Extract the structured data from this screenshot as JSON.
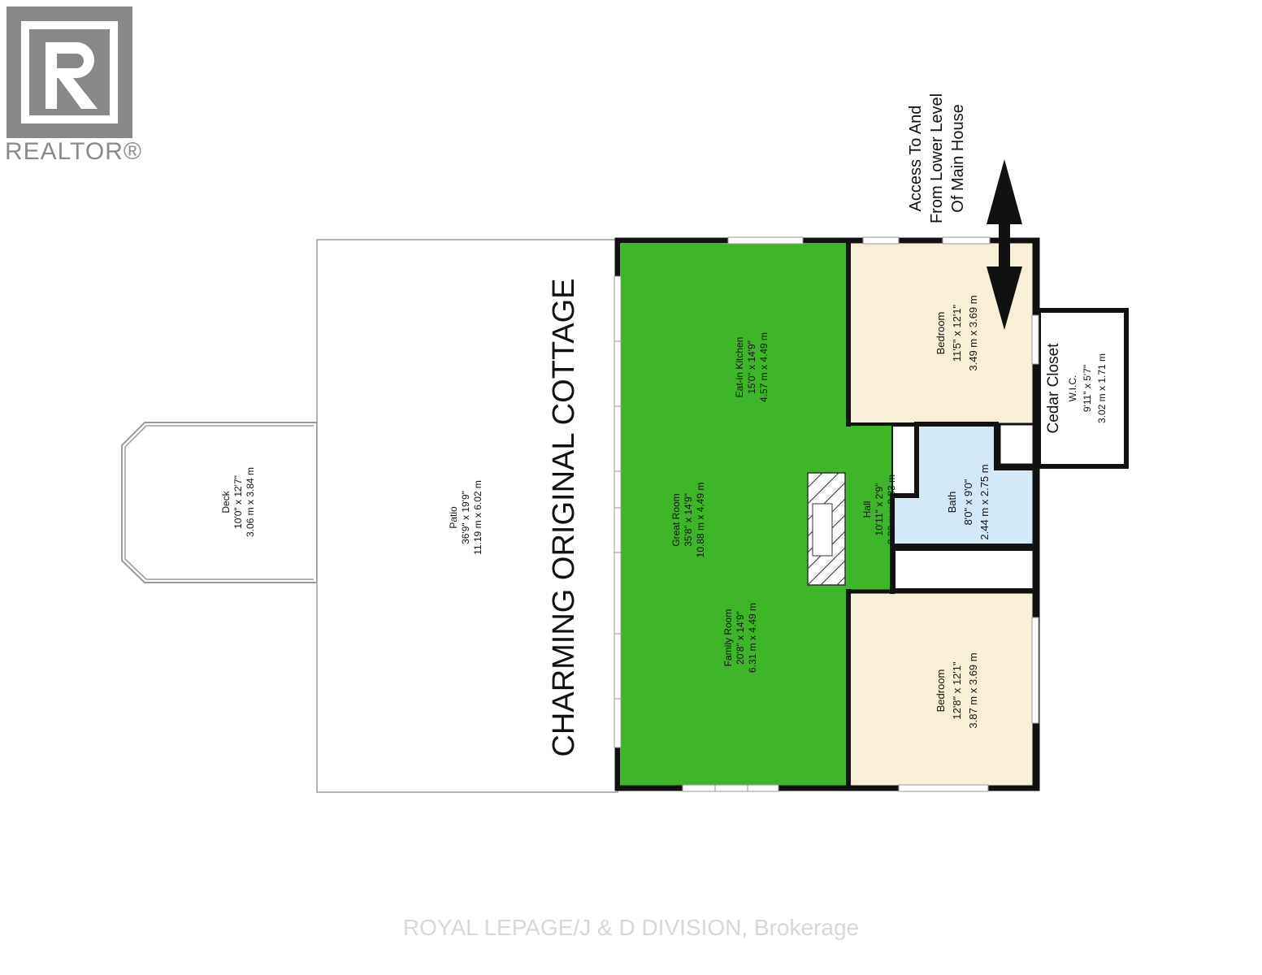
{
  "branding": {
    "logo_text": "REALTOR®",
    "watermark": "ROYAL LEPAGE/J & D DIVISION, Brokerage"
  },
  "titles": {
    "cottage": "CHARMING ORIGINAL COTTAGE",
    "access": [
      "Access To And",
      "From Lower Level",
      "Of Main House"
    ]
  },
  "rooms": {
    "deck": {
      "name": "Deck",
      "dims": "10'0\" x 12'7\"",
      "metric": "3.06 m x 3.84 m"
    },
    "patio": {
      "name": "Patio",
      "dims": "36'9\" x 19'9\"",
      "metric": "11.19 m x 6.02 m"
    },
    "kitchen": {
      "name": "Eat-in Kitchen",
      "dims": "15'0\" x 14'9\"",
      "metric": "4.57 m x 4.49 m"
    },
    "great_room": {
      "name": "Great Room",
      "dims": "35'8\" x 14'9\"",
      "metric": "10.88 m x 4.49 m"
    },
    "family_room": {
      "name": "Family Room",
      "dims": "20'8\" x 14'9\"",
      "metric": "6.31 m x 4.49 m"
    },
    "hall": {
      "name": "Hall",
      "dims": "10'11\" x 2'9\"",
      "metric": "3.33 m x 0.83 m"
    },
    "bath": {
      "name": "Bath",
      "dims": "8'0\" x 9'0\"",
      "metric": "2.44 m x 2.75 m"
    },
    "bedroom1": {
      "name": "Bedroom",
      "dims": "11'5\" x 12'1\"",
      "metric": "3.49 m x 3.69 m"
    },
    "bedroom2": {
      "name": "Bedroom",
      "dims": "12'8\" x 12'1\"",
      "metric": "3.87 m x 3.69 m"
    },
    "cedar_closet": {
      "name": "Cedar Closet",
      "sub": "W.I.C.",
      "dims": "9'11\" x 5'7\"",
      "metric": "3.02 m x 1.71 m"
    }
  },
  "colors": {
    "living_green": "#3fb62a",
    "bedroom_fill": "#f9efd7",
    "bath_fill": "#d3e9f8",
    "wall": "#111111",
    "outline": "#9a9a9a"
  }
}
